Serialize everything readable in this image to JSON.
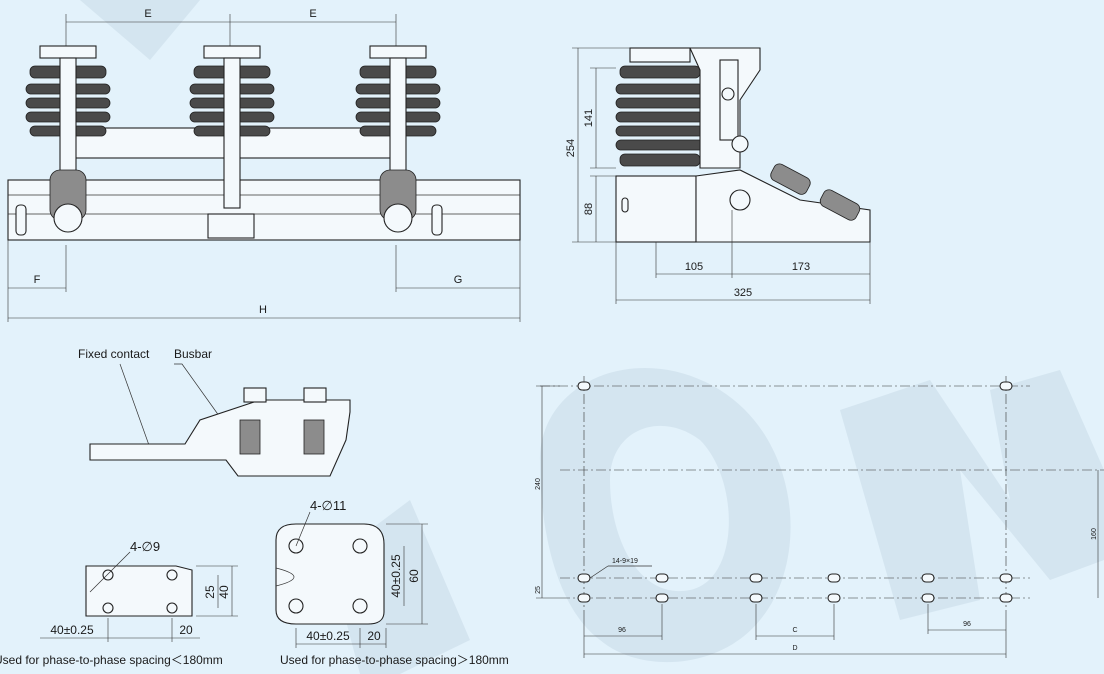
{
  "front_view": {
    "dims": {
      "E1": "E",
      "E2": "E",
      "F": "F",
      "G": "G",
      "H": "H"
    }
  },
  "side_view": {
    "dims": {
      "d254": "254",
      "d141": "141",
      "d88": "88",
      "d105": "105",
      "d173": "173",
      "d325": "325"
    }
  },
  "contact_detail": {
    "label_fixed": "Fixed contact",
    "label_busbar": "Busbar"
  },
  "small_plate": {
    "holes": "4-∅9",
    "d25": "25",
    "d40": "40",
    "d40tol": "40±0.25",
    "d20": "20",
    "caption": "Used for phase-to-phase spacing＜180mm"
  },
  "large_plate": {
    "holes": "4-∅11",
    "d40tol_v": "40±0.25",
    "d60": "60",
    "d40tol": "40±0.25",
    "d20": "20",
    "caption": "Used for phase-to-phase spacing＞180mm"
  },
  "mounting_plan": {
    "d240": "240",
    "d160": "160",
    "d25": "25",
    "slot": "14-9×19",
    "d96a": "96",
    "dC": "C",
    "d96b": "96",
    "dD": "D"
  },
  "watermark": {
    "color": "#c9dbe8"
  }
}
